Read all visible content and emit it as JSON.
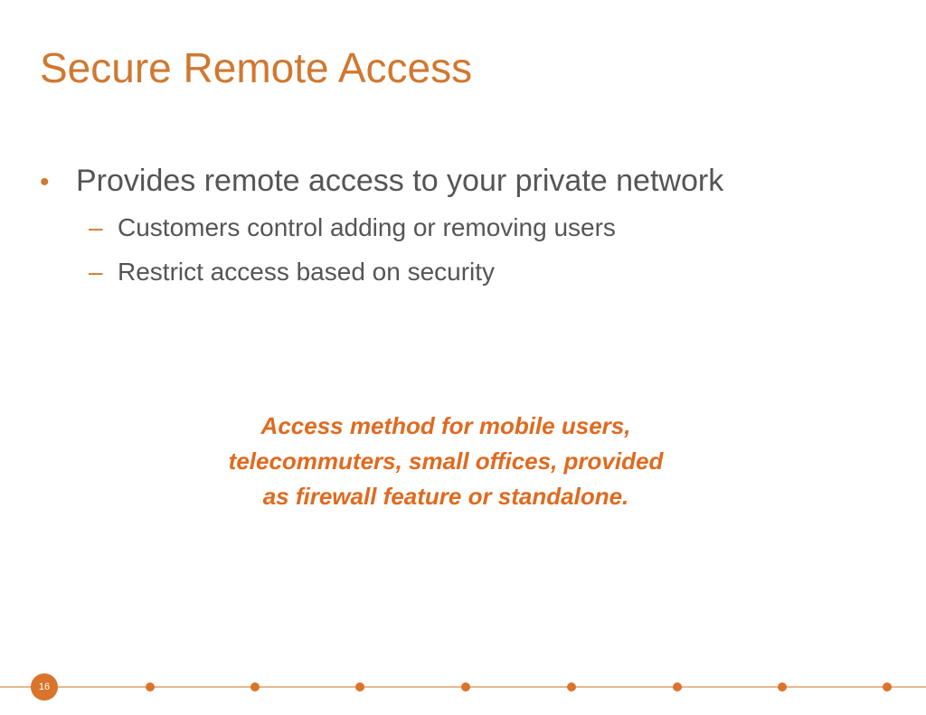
{
  "slide": {
    "title": "Secure Remote Access",
    "bullets": [
      {
        "marker": "•",
        "text": "Provides remote access to your private network",
        "sub_items": [
          {
            "marker": "–",
            "text": "Customers control adding or removing users"
          },
          {
            "marker": "–",
            "text": "Restrict access based on security"
          }
        ]
      }
    ],
    "callout": {
      "lines": [
        "Access method for mobile users,",
        "telecommuters, small offices, provided",
        "as firewall feature or standalone."
      ]
    },
    "footer": {
      "page_number": "16"
    }
  },
  "colors": {
    "accent": "#d0782f",
    "callout": "#e06a1f",
    "body_text": "#555555",
    "footer_line": "#e8b88c"
  }
}
